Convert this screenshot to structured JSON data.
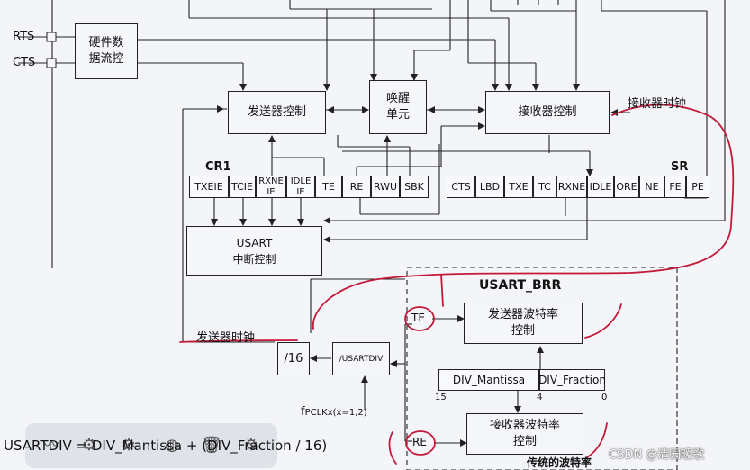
{
  "pins": {
    "rts": "RTS",
    "cts": "CTS"
  },
  "blocks": {
    "hw_flow_ctrl": [
      "硬件数",
      "据流控"
    ],
    "transmitter_ctrl": "发送器控制",
    "wakeup_unit": [
      "唤醒",
      "单元"
    ],
    "receiver_ctrl": "接收器控制",
    "receiver_clock": "接收器时钟",
    "usart_irq": [
      "USART",
      "中断控制"
    ],
    "transmitter_clock": "发送器时钟",
    "div16": "/16",
    "usartdiv": "/USARTDIV",
    "brr_title": "USART_BRR",
    "te": "TE",
    "re": "RE",
    "tx_baud": [
      "发送器波特率",
      "控制"
    ],
    "rx_baud": [
      "接收器波特率",
      "控制"
    ],
    "div_mantissa": "DIV_Mantissa",
    "div_fraction": "DIV_Fraction",
    "bit_15": "15",
    "bit_4": "4",
    "bit_0": "0",
    "fpclk_main": "f",
    "fpclk_sub": "PCLKx(x=1,2)",
    "traditional_baud": "传统的波特率"
  },
  "cr1": {
    "title": "CR1",
    "bits": [
      "TXEIE",
      "TCIE",
      "RXNE IE",
      "IDLE IE",
      "TE",
      "RE",
      "RWU",
      "SBK"
    ]
  },
  "sr": {
    "title": "SR",
    "bits": [
      "CTS",
      "LBD",
      "TXE",
      "TC",
      "RXNE",
      "IDLE",
      "ORE",
      "NE",
      "FE",
      "PE"
    ]
  },
  "formula": "USARTDIV = DIV_Mantissa + (DIV_Fraction / 16)",
  "watermark": "CSDN @清园暖歌",
  "toolbar_icons": [
    "pen-icon",
    "gear-pen-icon",
    "settings-icon",
    "color-wheel-icon",
    "trash-icon",
    "lasso-settings-icon"
  ],
  "colors": {
    "annotation": "#c21a3a",
    "line": "#222222"
  }
}
